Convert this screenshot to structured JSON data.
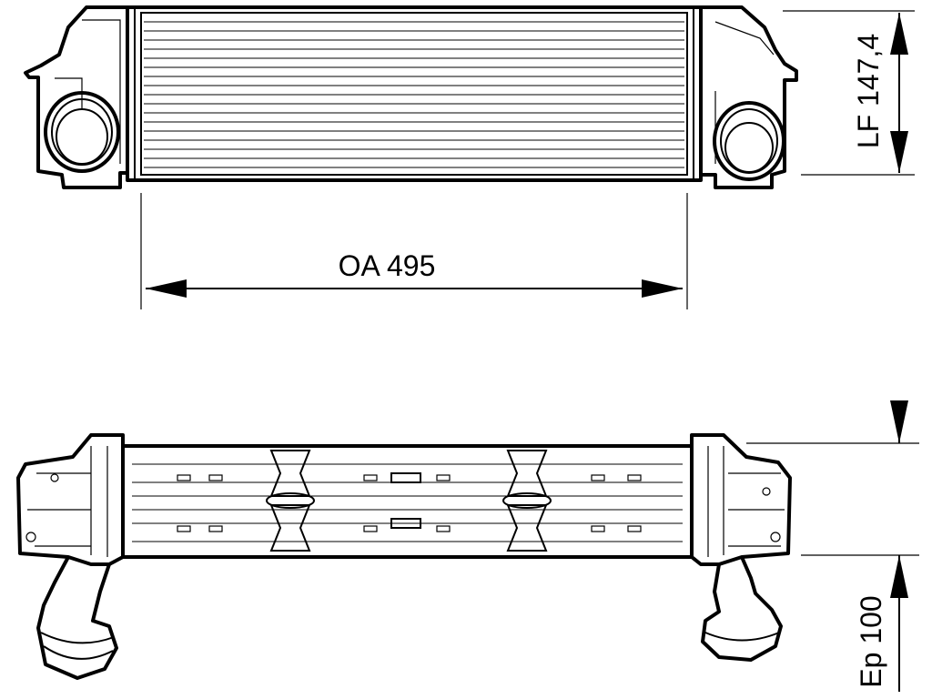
{
  "dimensions": {
    "overall_length": "OA 495",
    "core_height": "LF 147,4",
    "core_depth": "Ep 100"
  },
  "colors": {
    "line": "#000000",
    "background": "#ffffff"
  }
}
